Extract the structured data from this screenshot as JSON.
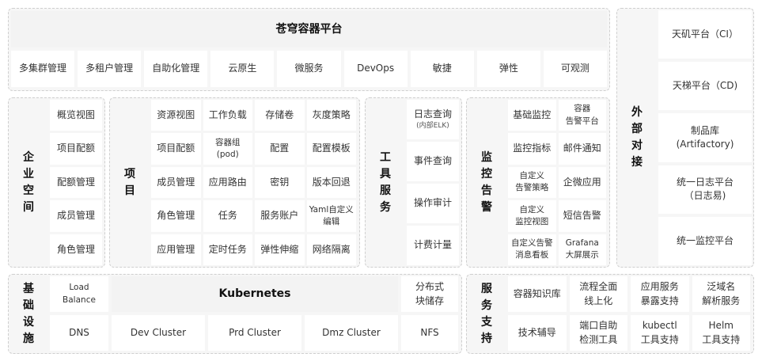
{
  "platform": {
    "title": "苍穹容器平台",
    "items": [
      "多集群管理",
      "多租户管理",
      "自助化管理",
      "云原生",
      "微服务",
      "DevOps",
      "敏捷",
      "弹性",
      "可观测"
    ]
  },
  "external": {
    "title": "外部对接",
    "items": [
      {
        "line1": "天矶平台（CI）"
      },
      {
        "line1": "天梯平台（CD)"
      },
      {
        "line1": "制品库",
        "line2": "(Artifactory)"
      },
      {
        "line1": "统一日志平台",
        "line2": "（日志易)"
      },
      {
        "line1": "统一监控平台"
      }
    ]
  },
  "enterprise": {
    "title": "企业空间",
    "items": [
      "概览视图",
      "项目配额",
      "配额管理",
      "成员管理",
      "角色管理"
    ]
  },
  "project": {
    "title": "项目",
    "rows": [
      [
        {
          "l1": "资源视图"
        },
        {
          "l1": "工作负载"
        },
        {
          "l1": "存储卷"
        },
        {
          "l1": "灰度策略"
        }
      ],
      [
        {
          "l1": "项目配额"
        },
        {
          "l1": "容器组",
          "l2": "(pod)"
        },
        {
          "l1": "配置"
        },
        {
          "l1": "配置模板"
        }
      ],
      [
        {
          "l1": "成员管理"
        },
        {
          "l1": "应用路由"
        },
        {
          "l1": "密钥"
        },
        {
          "l1": "版本回退"
        }
      ],
      [
        {
          "l1": "角色管理"
        },
        {
          "l1": "任务"
        },
        {
          "l1": "服务账户"
        },
        {
          "l1": "Yaml自定义",
          "l2": "编辑"
        }
      ],
      [
        {
          "l1": "应用管理"
        },
        {
          "l1": "定时任务"
        },
        {
          "l1": "弹性伸缩"
        },
        {
          "l1": "网络隔离"
        }
      ]
    ]
  },
  "tools": {
    "title": "工具服务",
    "items": [
      {
        "l1": "日志查询",
        "l2": "(内部ELK)"
      },
      {
        "l1": "事件查询"
      },
      {
        "l1": "操作审计"
      },
      {
        "l1": "计费计量"
      }
    ]
  },
  "monitor": {
    "title": "监控告警",
    "rows": [
      [
        {
          "l1": "基础监控"
        },
        {
          "l1": "容器",
          "l2": "告警平台"
        }
      ],
      [
        {
          "l1": "监控指标"
        },
        {
          "l1": "邮件通知"
        }
      ],
      [
        {
          "l1": "自定义",
          "l2": "告警策略"
        },
        {
          "l1": "企微应用"
        }
      ],
      [
        {
          "l1": "自定义",
          "l2": "监控视图"
        },
        {
          "l1": "短信告警"
        }
      ],
      [
        {
          "l1": "自定义告警",
          "l2": "消息看板"
        },
        {
          "l1": "Grafana",
          "l2": "大屏展示"
        }
      ]
    ]
  },
  "infra": {
    "title": "基础设施",
    "load_balance_l1": "Load",
    "load_balance_l2": "Balance",
    "dns": "DNS",
    "kubernetes": "Kubernetes",
    "clusters": [
      "Dev Cluster",
      "Prd Cluster",
      "Dmz Cluster"
    ],
    "storage_l1": "分布式",
    "storage_l2": "块储存",
    "nfs": "NFS"
  },
  "support": {
    "title": "服务支持",
    "rows": [
      [
        {
          "l1": "容器知识库"
        },
        {
          "l1": "流程全面",
          "l2": "线上化"
        },
        {
          "l1": "应用服务",
          "l2": "暴露支持"
        },
        {
          "l1": "泛域名",
          "l2": "解析服务"
        }
      ],
      [
        {
          "l1": "技术辅导"
        },
        {
          "l1": "端口自助",
          "l2": "检测工具"
        },
        {
          "l1": "kubectl",
          "l2": "工具支持"
        },
        {
          "l1": "Helm",
          "l2": "工具支持"
        }
      ]
    ]
  }
}
